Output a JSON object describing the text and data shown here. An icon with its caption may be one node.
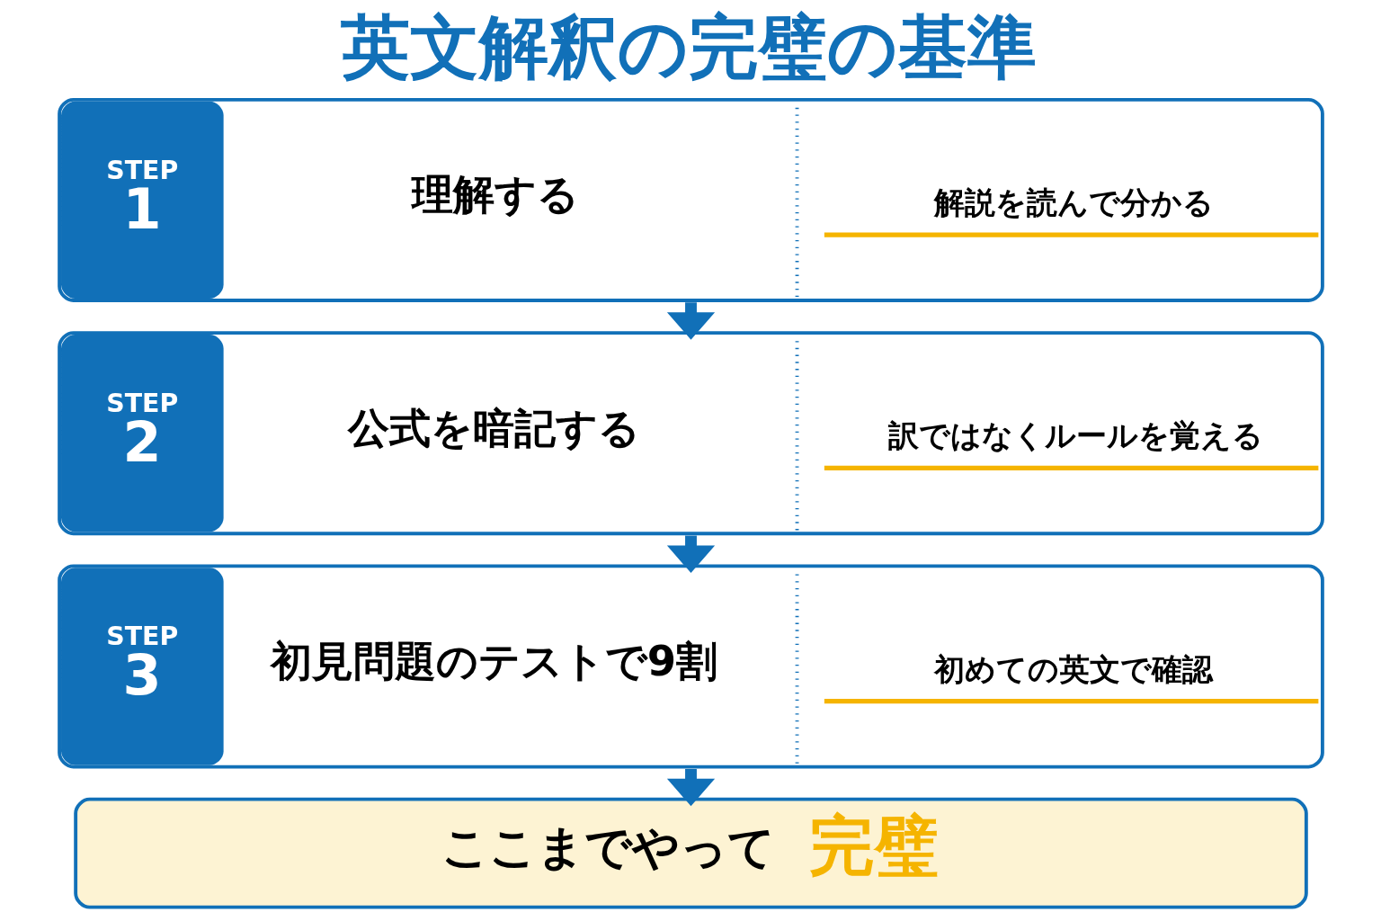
{
  "diagram": {
    "title": "英文解釈の完璧の基準",
    "nodes": [
      {
        "text": [
          "STEP 1",
          "理解する",
          "解説を読んで分かる"
        ]
      },
      {
        "text": [
          "STEP 2",
          "公式を暗記する",
          "訳ではなくルールを覚える"
        ]
      },
      {
        "text": [
          "STEP 3",
          "初見問題のテストで9割",
          "初めての英文で確認"
        ]
      },
      {
        "text": [
          "ここまでやって",
          "完璧"
        ]
      }
    ],
    "edges": [
      {
        "from": 0,
        "to": 1,
        "arrow": "to"
      },
      {
        "from": 1,
        "to": 2,
        "arrow": "to"
      },
      {
        "from": 2,
        "to": 3,
        "arrow": "to"
      }
    ]
  }
}
